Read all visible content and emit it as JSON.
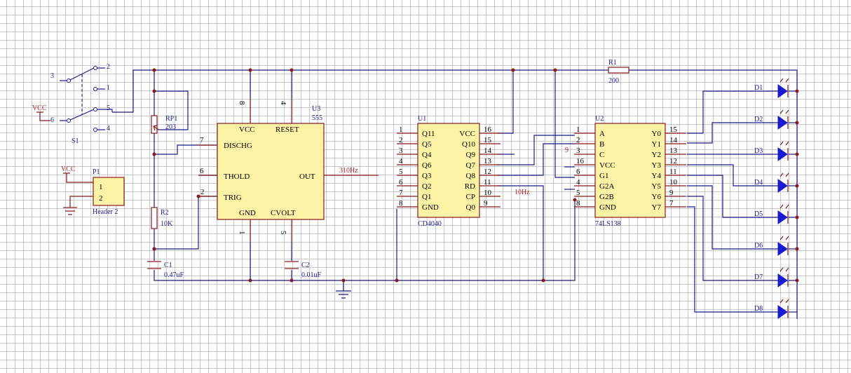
{
  "components": {
    "s1": {
      "ref": "S1",
      "pins": [
        "3",
        "6",
        "2",
        "1",
        "5",
        "4"
      ]
    },
    "vcc_labels": [
      "VCC",
      "VCC"
    ],
    "rp1": {
      "ref": "RP1",
      "value": "203"
    },
    "r2": {
      "ref": "R2",
      "value": "10K"
    },
    "c1": {
      "ref": "C1",
      "value": "0.47uF"
    },
    "c2": {
      "ref": "C2",
      "value": "0.01uF"
    },
    "r1": {
      "ref": "R1",
      "value": "200"
    },
    "p1": {
      "ref": "P1",
      "name": "Header 2",
      "pins": [
        "1",
        "2"
      ]
    },
    "u3": {
      "ref": "U3",
      "value": "555",
      "pins": {
        "VCC": "VCC",
        "RESET": "RESET",
        "DISCHG": "DISCHG",
        "THOLD": "THOLD",
        "TRIG": "TRIG",
        "OUT": "OUT",
        "GND": "GND",
        "CVOLT": "CVOLT"
      },
      "pin_numbers": {
        "vcc": "8",
        "reset": "4",
        "dischg": "7",
        "thold": "6",
        "trig": "2",
        "gnd": "1",
        "cvolt": "5"
      }
    },
    "u1": {
      "ref": "U1",
      "value": "CD4040",
      "left_pins": [
        {
          "n": "1",
          "name": "Q11"
        },
        {
          "n": "2",
          "name": "Q5"
        },
        {
          "n": "3",
          "name": "Q4"
        },
        {
          "n": "4",
          "name": "Q6"
        },
        {
          "n": "5",
          "name": "Q3"
        },
        {
          "n": "6",
          "name": "Q2"
        },
        {
          "n": "7",
          "name": "Q1"
        },
        {
          "n": "8",
          "name": "GND"
        }
      ],
      "right_pins": [
        {
          "n": "16",
          "name": "VCC"
        },
        {
          "n": "15",
          "name": "Q10"
        },
        {
          "n": "14",
          "name": "Q9"
        },
        {
          "n": "13",
          "name": "Q7"
        },
        {
          "n": "12",
          "name": "Q8"
        },
        {
          "n": "11",
          "name": "RD"
        },
        {
          "n": "10",
          "name": "CP"
        },
        {
          "n": "9",
          "name": "Q0"
        }
      ]
    },
    "u2": {
      "ref": "U2",
      "value": "74LS138",
      "left_pins": [
        {
          "n": "1",
          "name": "A"
        },
        {
          "n": "2",
          "name": "B"
        },
        {
          "n": "3",
          "name": "C"
        },
        {
          "n": "16",
          "name": "VCC"
        },
        {
          "n": "6",
          "name": "G1"
        },
        {
          "n": "4",
          "name": "G2A"
        },
        {
          "n": "5",
          "name": "G2B"
        },
        {
          "n": "8",
          "name": "GND"
        }
      ],
      "right_pins": [
        {
          "n": "15",
          "name": "Y0"
        },
        {
          "n": "14",
          "name": "Y1"
        },
        {
          "n": "13",
          "name": "Y2"
        },
        {
          "n": "12",
          "name": "Y3"
        },
        {
          "n": "11",
          "name": "Y4"
        },
        {
          "n": "10",
          "name": "Y5"
        },
        {
          "n": "9",
          "name": "Y6"
        },
        {
          "n": "7",
          "name": "Y7"
        }
      ]
    },
    "leds": [
      "D1",
      "D2",
      "D3",
      "D4",
      "D5",
      "D6",
      "D7",
      "D8"
    ]
  },
  "net_labels": {
    "freq_555": "310Hz",
    "freq_cp": "10Hz",
    "stray_9": "9"
  },
  "colors": {
    "wire": "#1b1b8a",
    "pin": "#8b1a1a",
    "chip_fill": "#fdf3a6",
    "led": "#1a1ad0",
    "grid": "#c9c9c9"
  }
}
